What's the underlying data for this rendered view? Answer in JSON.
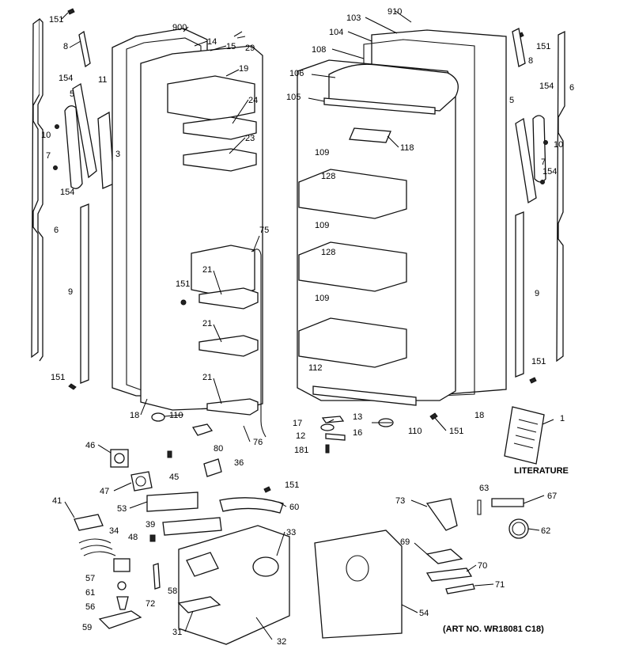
{
  "diagram": {
    "literature_label": "LITERATURE",
    "art_number": "(ART NO. WR18081 C18)",
    "callouts": {
      "c151a": "151",
      "c8a": "8",
      "c900": "900",
      "c14": "14",
      "c15": "15",
      "c29": "29",
      "c154a": "154",
      "c11": "11",
      "c5a": "5",
      "c19": "19",
      "c24": "24",
      "c10a": "10",
      "c3": "3",
      "c23": "23",
      "c7a": "7",
      "c154b": "154",
      "c6a": "6",
      "c75": "75",
      "c21a": "21",
      "c151b": "151",
      "c9a": "9",
      "c21b": "21",
      "c21c": "21",
      "c151c": "151",
      "c18a": "18",
      "c110a": "110",
      "c80": "80",
      "c76": "76",
      "c910": "910",
      "c103": "103",
      "c104": "104",
      "c108": "108",
      "c106": "106",
      "c105": "105",
      "c118": "118",
      "c109a": "109",
      "c128a": "128",
      "c109b": "109",
      "c128b": "128",
      "c109c": "109",
      "c112": "112",
      "c17": "17",
      "c13": "13",
      "c12": "12",
      "c16": "16",
      "c181": "181",
      "c110b": "110",
      "c151d": "151",
      "c18b": "18",
      "c151e": "151",
      "c8b": "8",
      "c6b": "6",
      "c154c": "154",
      "c5b": "5",
      "c10b": "10",
      "c7b": "7",
      "c154d": "154",
      "c9b": "9",
      "c151f": "151",
      "c1": "1",
      "c46": "46",
      "c45": "45",
      "c36": "36",
      "c47": "47",
      "c151g": "151",
      "c53": "53",
      "c60": "60",
      "c41": "41",
      "c39": "39",
      "c34": "34",
      "c48": "48",
      "c33": "33",
      "c57": "57",
      "c61": "61",
      "c72": "72",
      "c58": "58",
      "c56": "56",
      "c59": "59",
      "c31": "31",
      "c32": "32",
      "c73": "73",
      "c63": "63",
      "c67": "67",
      "c62": "62",
      "c69": "69",
      "c70": "70",
      "c71": "71",
      "c54": "54"
    }
  }
}
